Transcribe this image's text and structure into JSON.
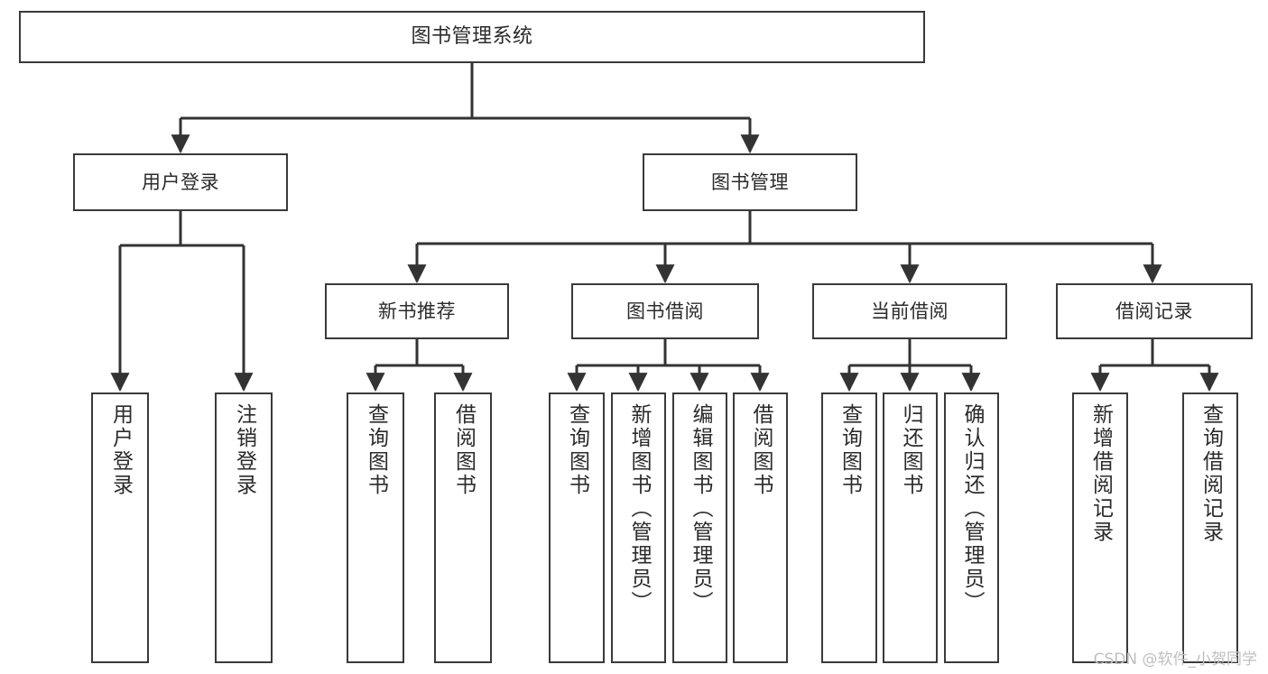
{
  "diagram": {
    "title": "图书管理系统",
    "watermark": "CSDN @软件_小贺同学",
    "colors": {
      "box_border": "#3a3a3a",
      "box_fill": "#ffffff",
      "text": "#2b2b2b",
      "connector": "#333333",
      "background": "#ffffff",
      "watermark": "#bfbfbf"
    },
    "root": {
      "label": "图书管理系统"
    },
    "level1": [
      {
        "label": "用户登录"
      },
      {
        "label": "图书管理"
      }
    ],
    "level2": [
      {
        "label": "新书推荐"
      },
      {
        "label": "图书借阅"
      },
      {
        "label": "当前借阅"
      },
      {
        "label": "借阅记录"
      }
    ],
    "leaves": {
      "user_login": [
        {
          "label": "用户登录"
        },
        {
          "label": "注销登录"
        }
      ],
      "new_book": [
        {
          "label": "查询图书"
        },
        {
          "label": "借阅图书"
        }
      ],
      "book_borrow": [
        {
          "label": "查询图书"
        },
        {
          "label": "新增图书（管理员）"
        },
        {
          "label": "编辑图书（管理员）"
        },
        {
          "label": "借阅图书"
        }
      ],
      "current_borrow": [
        {
          "label": "查询图书"
        },
        {
          "label": "归还图书"
        },
        {
          "label": "确认归还（管理员）"
        }
      ],
      "borrow_record": [
        {
          "label": "新增借阅记录"
        },
        {
          "label": "查询借阅记录"
        }
      ]
    }
  }
}
